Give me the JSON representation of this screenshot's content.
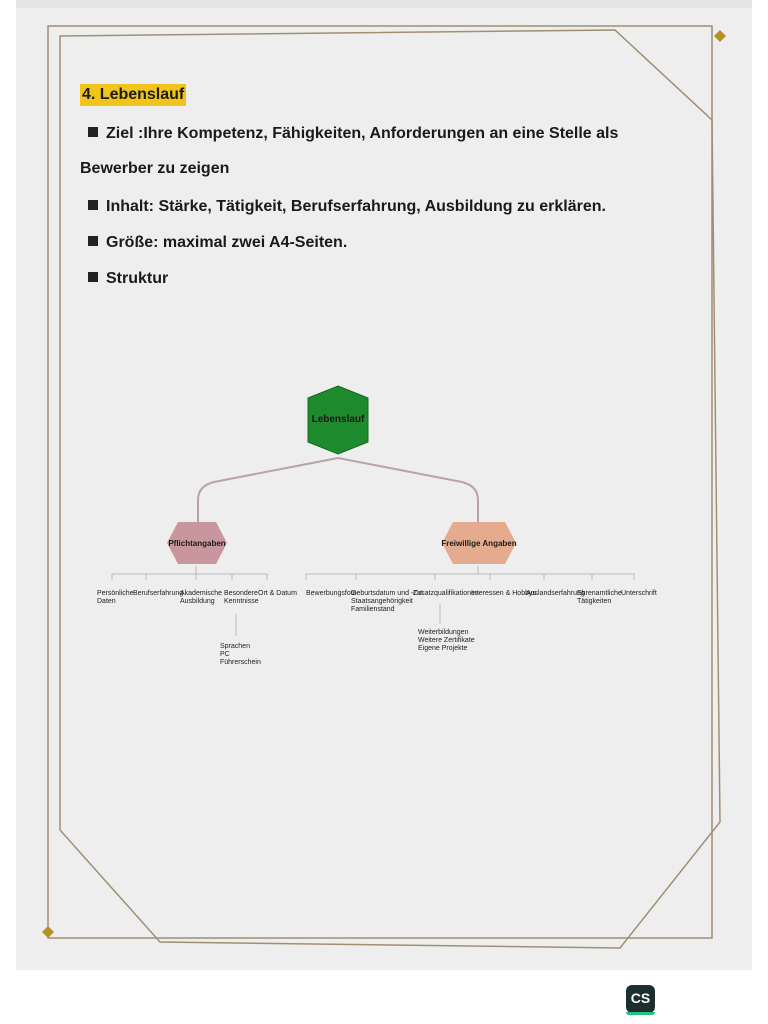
{
  "document": {
    "heading": "4. Lebenslauf",
    "ziel_line1": "Ziel :Ihre Kompetenz, Fähigkeiten, Anforderungen an eine Stelle als",
    "ziel_line2": "Bewerber zu zeigen",
    "inhalt": "Inhalt: Stärke, Tätigkeit, Berufserfahrung, Ausbildung zu erklären.",
    "groesse": "Größe: maximal zwei A4-Seiten.",
    "struktur": "Struktur"
  },
  "diagram": {
    "root": "Lebenslauf",
    "left": {
      "label": "Pflichtangaben",
      "items": [
        {
          "lines": [
            "Persönliche",
            "Daten"
          ]
        },
        {
          "lines": [
            "Berufserfahrung"
          ]
        },
        {
          "lines": [
            "Akademische",
            "Ausbildung"
          ]
        },
        {
          "lines": [
            "Besondere",
            "Kenntnisse"
          ]
        },
        {
          "lines": [
            "Ort & Datum"
          ]
        }
      ],
      "sub": [
        "Sprachen",
        "PC",
        "Führerschein"
      ]
    },
    "right": {
      "label": "Freiwillige Angaben",
      "items": [
        {
          "lines": [
            "Bewerbungsfoto"
          ]
        },
        {
          "lines": [
            "Geburtsdatum und -Ort",
            "Staatsangehörigkeit",
            "Familienstand"
          ]
        },
        {
          "lines": [
            "Zusatzqualifikationen"
          ]
        },
        {
          "lines": [
            "Interessen & Hobbys"
          ]
        },
        {
          "lines": [
            "Auslandserfahrung"
          ]
        },
        {
          "lines": [
            "Ehrenamtliche",
            "Tätigkeiten"
          ]
        },
        {
          "lines": [
            "Unterschrift"
          ]
        }
      ],
      "sub": [
        "Weiterbildungen",
        "Weitere Zertifikate",
        "Eigene Projekte"
      ]
    }
  },
  "app_badge": "CS",
  "colors": {
    "highlight": "#f0c419",
    "root_fill": "#1e8a2e",
    "left_fill": "#c9969e",
    "right_fill": "#e4ab8e",
    "frame": "#a08f73",
    "diamond": "#b8902b"
  }
}
